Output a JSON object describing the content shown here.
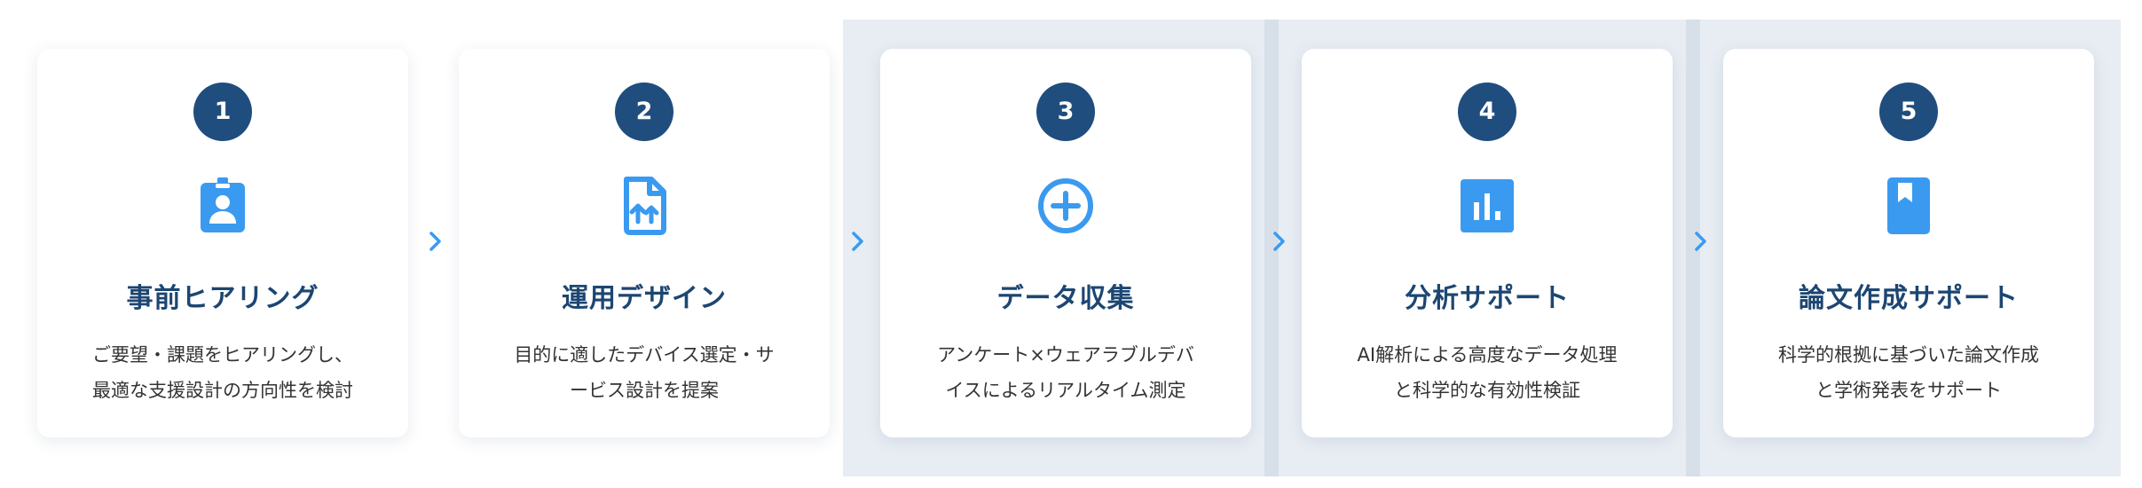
{
  "colors": {
    "accent": "#3a9af0",
    "badge": "#1f4d7e",
    "title": "#1c4672",
    "band": "#e8edf3"
  },
  "steps": [
    {
      "number": "1",
      "icon": "id-badge-icon",
      "title": "事前ヒアリング",
      "desc": [
        "ご要望・課題をヒアリングし、",
        "最適な支援設計の方向性を検討"
      ]
    },
    {
      "number": "2",
      "icon": "file-upload-icon",
      "title": "運用デザイン",
      "desc": [
        "目的に適したデバイス選定・サ",
        "ービス設計を提案"
      ]
    },
    {
      "number": "3",
      "icon": "add-circle-icon",
      "title": "データ収集",
      "desc": [
        "アンケート×ウェアラブルデバ",
        "イスによるリアルタイム測定"
      ]
    },
    {
      "number": "4",
      "icon": "bar-chart-icon",
      "title": "分析サポート",
      "desc": [
        "AI解析による高度なデータ処理",
        "と科学的な有効性検証"
      ]
    },
    {
      "number": "5",
      "icon": "bookmark-book-icon",
      "title": "論文作成サポート",
      "desc": [
        "科学的根拠に基づいた論文作成",
        "と学術発表をサポート"
      ]
    }
  ]
}
